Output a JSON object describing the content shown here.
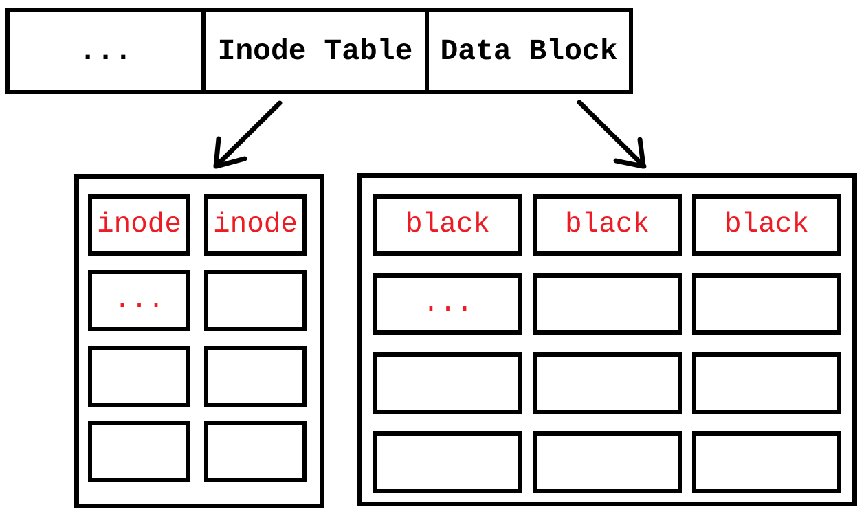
{
  "colors": {
    "line": "#000000",
    "highlight": "#ED1C24",
    "background": "#FFFFFF"
  },
  "top_bar": {
    "cells": [
      "...",
      "Inode Table",
      "Data Block"
    ]
  },
  "inode_table_box": {
    "rows": [
      [
        "inode",
        "inode"
      ],
      [
        "...",
        ""
      ],
      [
        "",
        ""
      ],
      [
        "",
        ""
      ]
    ]
  },
  "data_block_box": {
    "rows": [
      [
        "black",
        "black",
        "black"
      ],
      [
        "...",
        "",
        ""
      ],
      [
        "",
        "",
        ""
      ],
      [
        "",
        "",
        ""
      ]
    ]
  }
}
